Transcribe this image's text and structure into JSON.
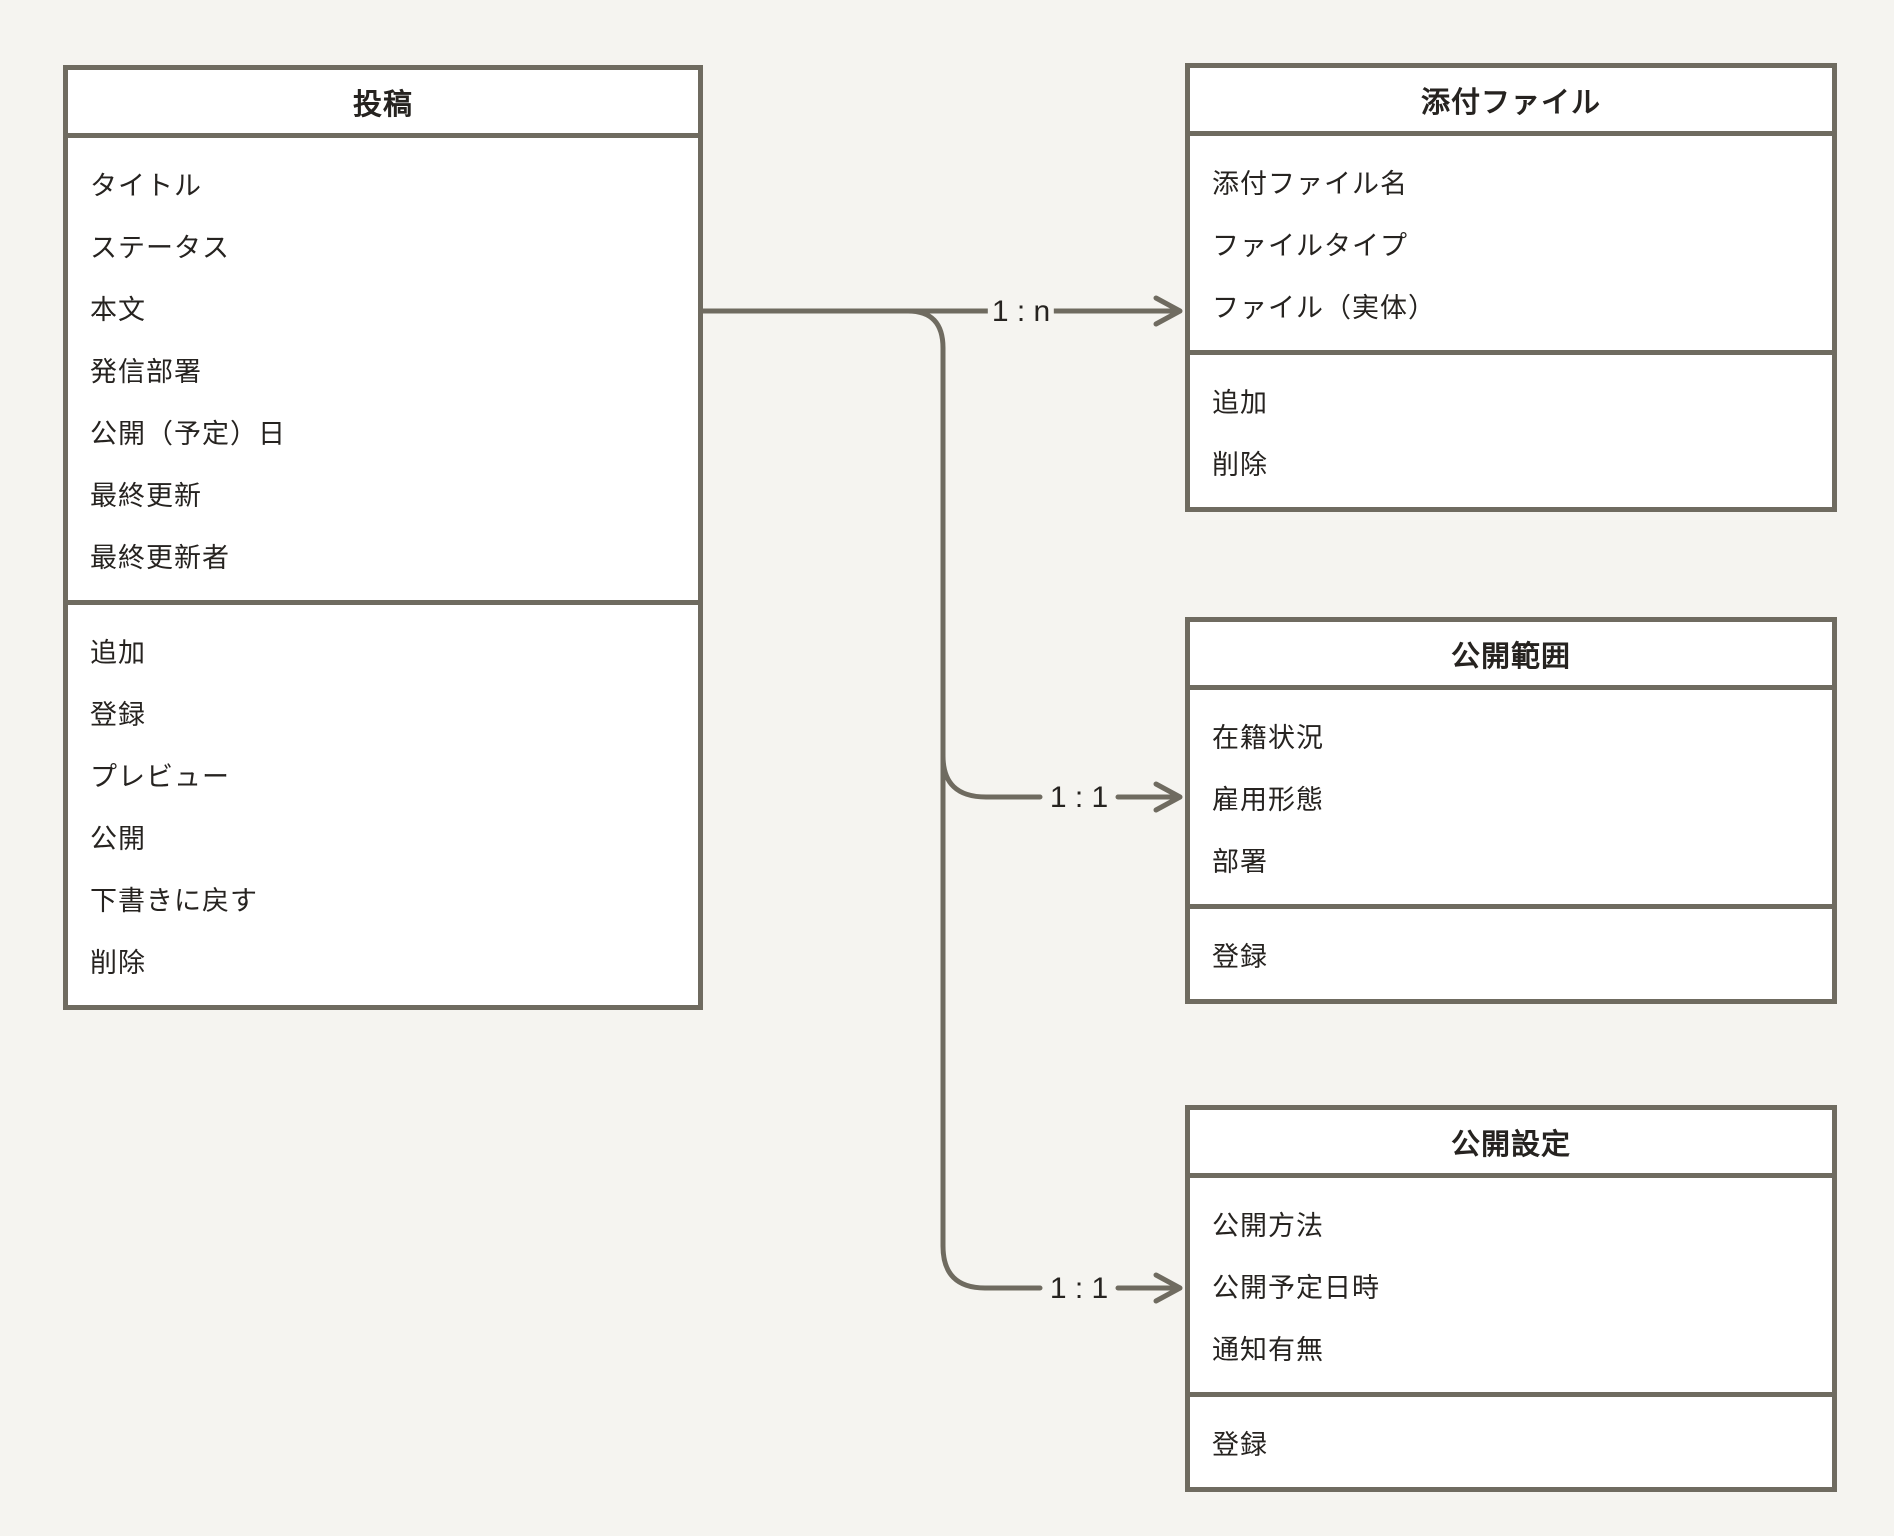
{
  "diagram": {
    "colors": {
      "background": "#f5f4f0",
      "box_fill": "#ffffff",
      "line_color": "#6f6b60",
      "text_color": "#262320"
    },
    "entities": [
      {
        "id": "post",
        "title": "投稿",
        "attributes": [
          "タイトル",
          "ステータス",
          "本文",
          "発信部署",
          "公開（予定）日",
          "最終更新",
          "最終更新者"
        ],
        "actions": [
          "追加",
          "登録",
          "プレビュー",
          "公開",
          "下書きに戻す",
          "削除"
        ]
      },
      {
        "id": "attachment",
        "title": "添付ファイル",
        "attributes": [
          "添付ファイル名",
          "ファイルタイプ",
          "ファイル（実体）"
        ],
        "actions": [
          "追加",
          "削除"
        ]
      },
      {
        "id": "scope",
        "title": "公開範囲",
        "attributes": [
          "在籍状況",
          "雇用形態",
          "部署"
        ],
        "actions": [
          "登録"
        ]
      },
      {
        "id": "settings",
        "title": "公開設定",
        "attributes": [
          "公開方法",
          "公開予定日時",
          "通知有無"
        ],
        "actions": [
          "登録"
        ]
      }
    ],
    "connections": [
      {
        "from": "投稿",
        "to": "添付ファイル",
        "label": "1 : n"
      },
      {
        "from": "投稿",
        "to": "公開範囲",
        "label": "1 : 1"
      },
      {
        "from": "投稿",
        "to": "公開設定",
        "label": "1 : 1"
      }
    ]
  }
}
